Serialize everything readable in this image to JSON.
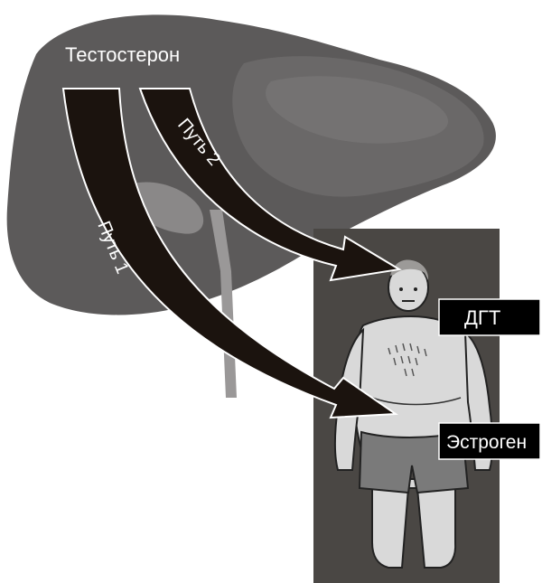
{
  "labels": {
    "source": "Тестостерон",
    "path1": "Путь 1",
    "path2": "Путь 2",
    "dht": "ДГТ",
    "estrogen": "Эстроген"
  },
  "colors": {
    "liver": "#5c5a5a",
    "liver_highlight": "#8a8888",
    "panel": "#4a4744",
    "arrow": "#1b130e",
    "body": "#d9d9d9",
    "shorts": "#7a7a7a",
    "label_box": "#000000",
    "label_text": "#ffffff"
  },
  "icons": [
    "liver-illustration",
    "man-figure-icon",
    "arrow-path-1",
    "arrow-path-2"
  ]
}
